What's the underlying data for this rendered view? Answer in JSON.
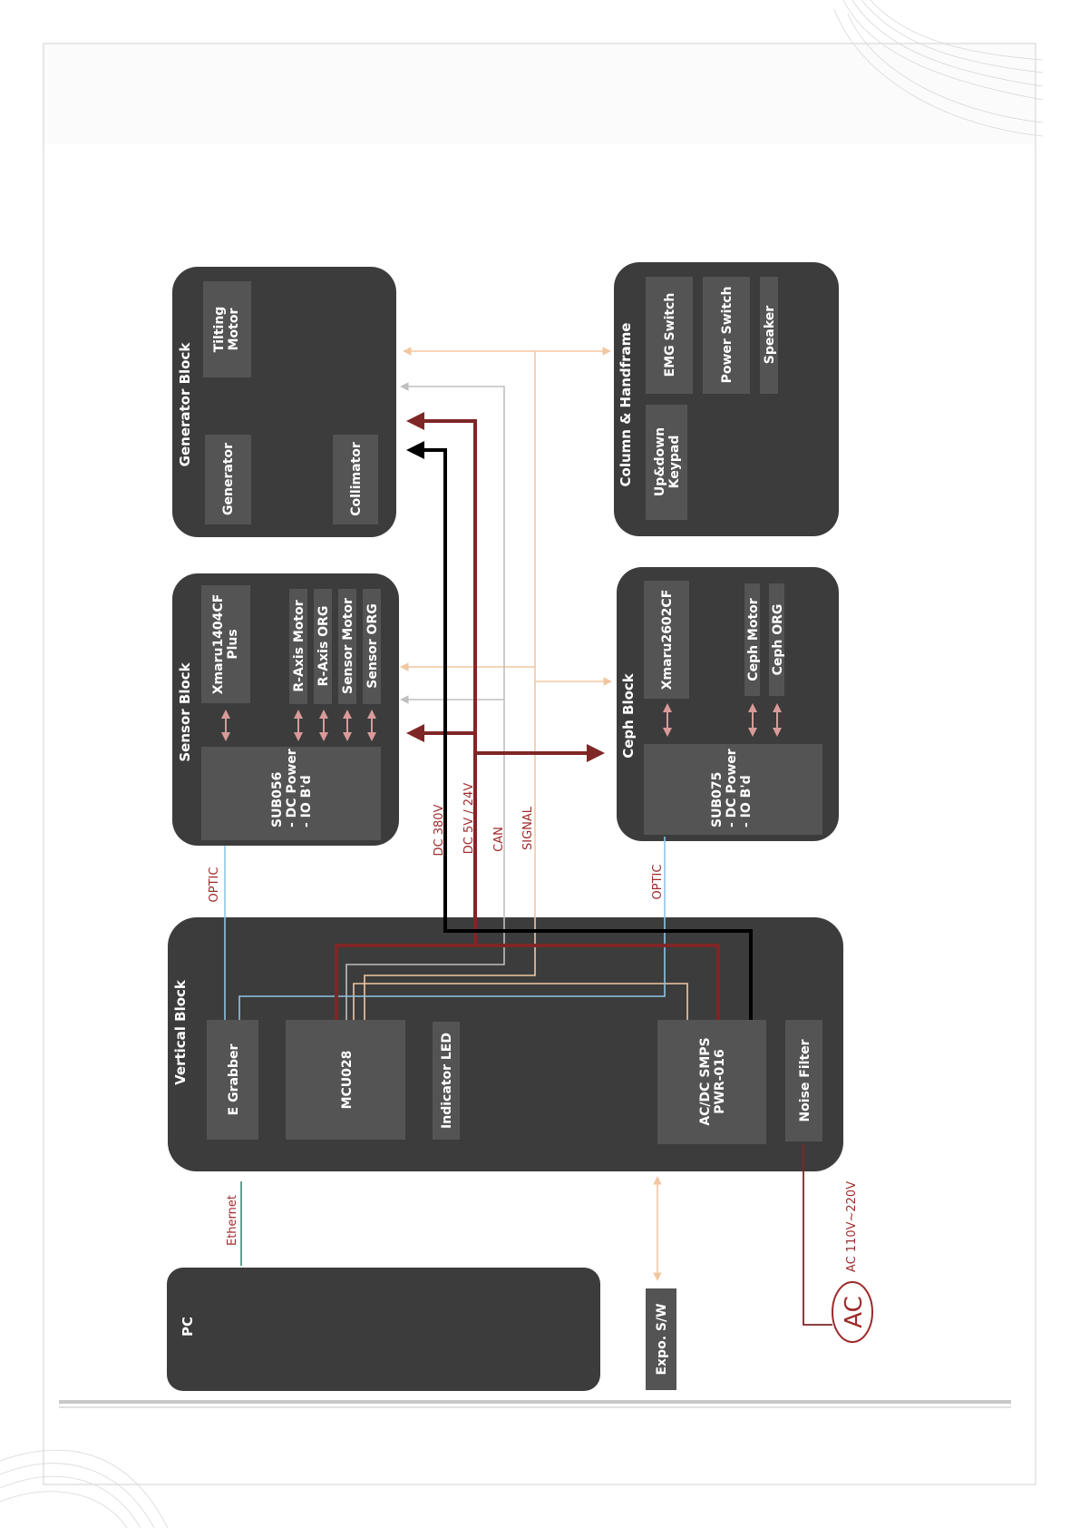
{
  "blocks": {
    "generator": {
      "title": "Generator Block",
      "components": {
        "tilting": [
          "Tilting",
          "Motor"
        ],
        "generator": "Generator",
        "collimator": "Collimator"
      }
    },
    "sensor": {
      "title": "Sensor Block",
      "components": {
        "xmaru": [
          "Xmaru1404CF",
          "Plus"
        ],
        "r_axis_motor": "R-Axis Motor",
        "r_axis_org": "R-Axis ORG",
        "sensor_motor": "Sensor Motor",
        "sensor_org": "Sensor ORG",
        "sub": [
          "SUB056",
          "- DC Power",
          "- IO B'd"
        ]
      }
    },
    "column": {
      "title": "Column & Handframe",
      "components": {
        "keypad": [
          "Up&down",
          "Keypad"
        ],
        "emg": "EMG Switch",
        "power": "Power Switch",
        "speaker": "Speaker"
      }
    },
    "ceph": {
      "title": "Ceph Block",
      "components": {
        "xmaru": "Xmaru2602CF",
        "ceph_motor": "Ceph Motor",
        "ceph_org": "Ceph ORG",
        "sub": [
          "SUB075",
          "- DC Power",
          "- IO B'd"
        ]
      }
    },
    "vertical": {
      "title": "Vertical Block",
      "components": {
        "grabber": "E Grabber",
        "mcu": "MCU028",
        "led": "Indicator LED",
        "smps": [
          "AC/DC SMPS",
          "PWR-016"
        ],
        "noise": "Noise Filter"
      }
    },
    "pc": {
      "title": "PC"
    },
    "expo": {
      "label": "Expo. S/W"
    }
  },
  "line_labels": {
    "dc380": "DC 380V",
    "dc5": "DC 5V / 24V",
    "can": "CAN",
    "signal": "SIGNAL",
    "optic_sensor": "OPTIC",
    "optic_ceph": "OPTIC",
    "ethernet": "Ethernet",
    "ac_range": "AC 110V~220V",
    "ac": "AC"
  },
  "colors": {
    "block_bg": "#3c3c3c",
    "component_bg": "#545454",
    "dc380": "#000000",
    "dc5": "#7f2626",
    "can": "#bfbfbf",
    "signal": "#f2c7a0",
    "optic": "#8dc6e4",
    "ethernet": "#2f7d6a",
    "io_arrow": "#d99a9a"
  }
}
